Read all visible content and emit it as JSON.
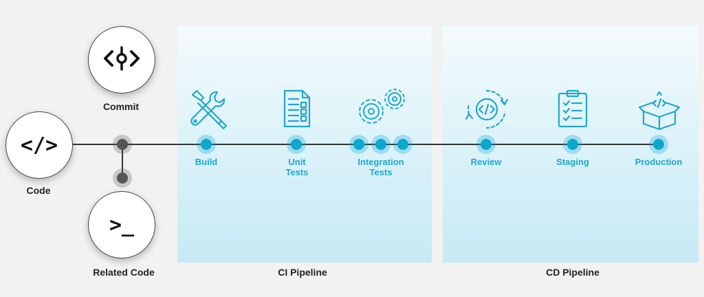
{
  "left": {
    "code": {
      "label": "Code",
      "icon": "code-brackets-icon",
      "glyph": "</>"
    },
    "commit": {
      "label": "Commit",
      "icon": "commit-icon",
      "glyph": "<ǫ>"
    },
    "related": {
      "label": "Related Code",
      "icon": "terminal-prompt-icon",
      "glyph": ">_"
    }
  },
  "ci": {
    "label": "CI Pipeline",
    "stages": {
      "build": {
        "label": "Build",
        "icon": "tools-icon"
      },
      "unit": {
        "line1": "Unit",
        "line2": "Tests",
        "icon": "checklist-document-icon"
      },
      "integration": {
        "line1": "Integration",
        "line2": "Tests",
        "icon": "gears-icon"
      }
    }
  },
  "cd": {
    "label": "CD Pipeline",
    "stages": {
      "review": {
        "label": "Review",
        "icon": "code-review-cycle-icon"
      },
      "staging": {
        "label": "Staging",
        "icon": "clipboard-checklist-icon"
      },
      "production": {
        "label": "Production",
        "icon": "deploy-box-icon"
      }
    }
  },
  "colors": {
    "accent": "#1fa7cc",
    "node": "#0aa8cf",
    "dark": "#222222",
    "panel": "#d6f0f8"
  }
}
